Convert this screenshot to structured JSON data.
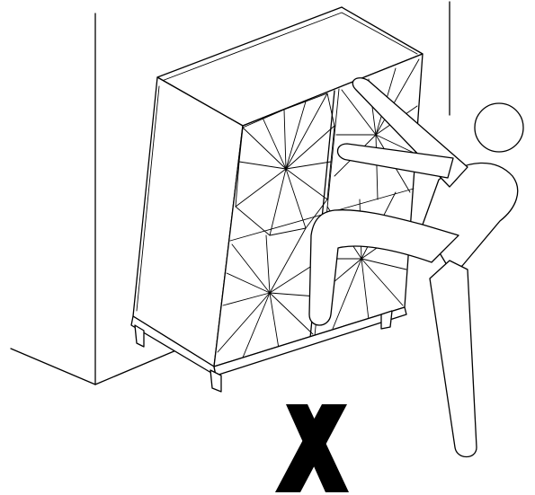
{
  "illustration": {
    "subject": "cabinet-tip-over-warning",
    "mark_color": "#000000",
    "background_color": "#ffffff",
    "icons": [
      "wall-corner",
      "cabinet",
      "climbing-person",
      "prohibited-x-icon"
    ]
  }
}
